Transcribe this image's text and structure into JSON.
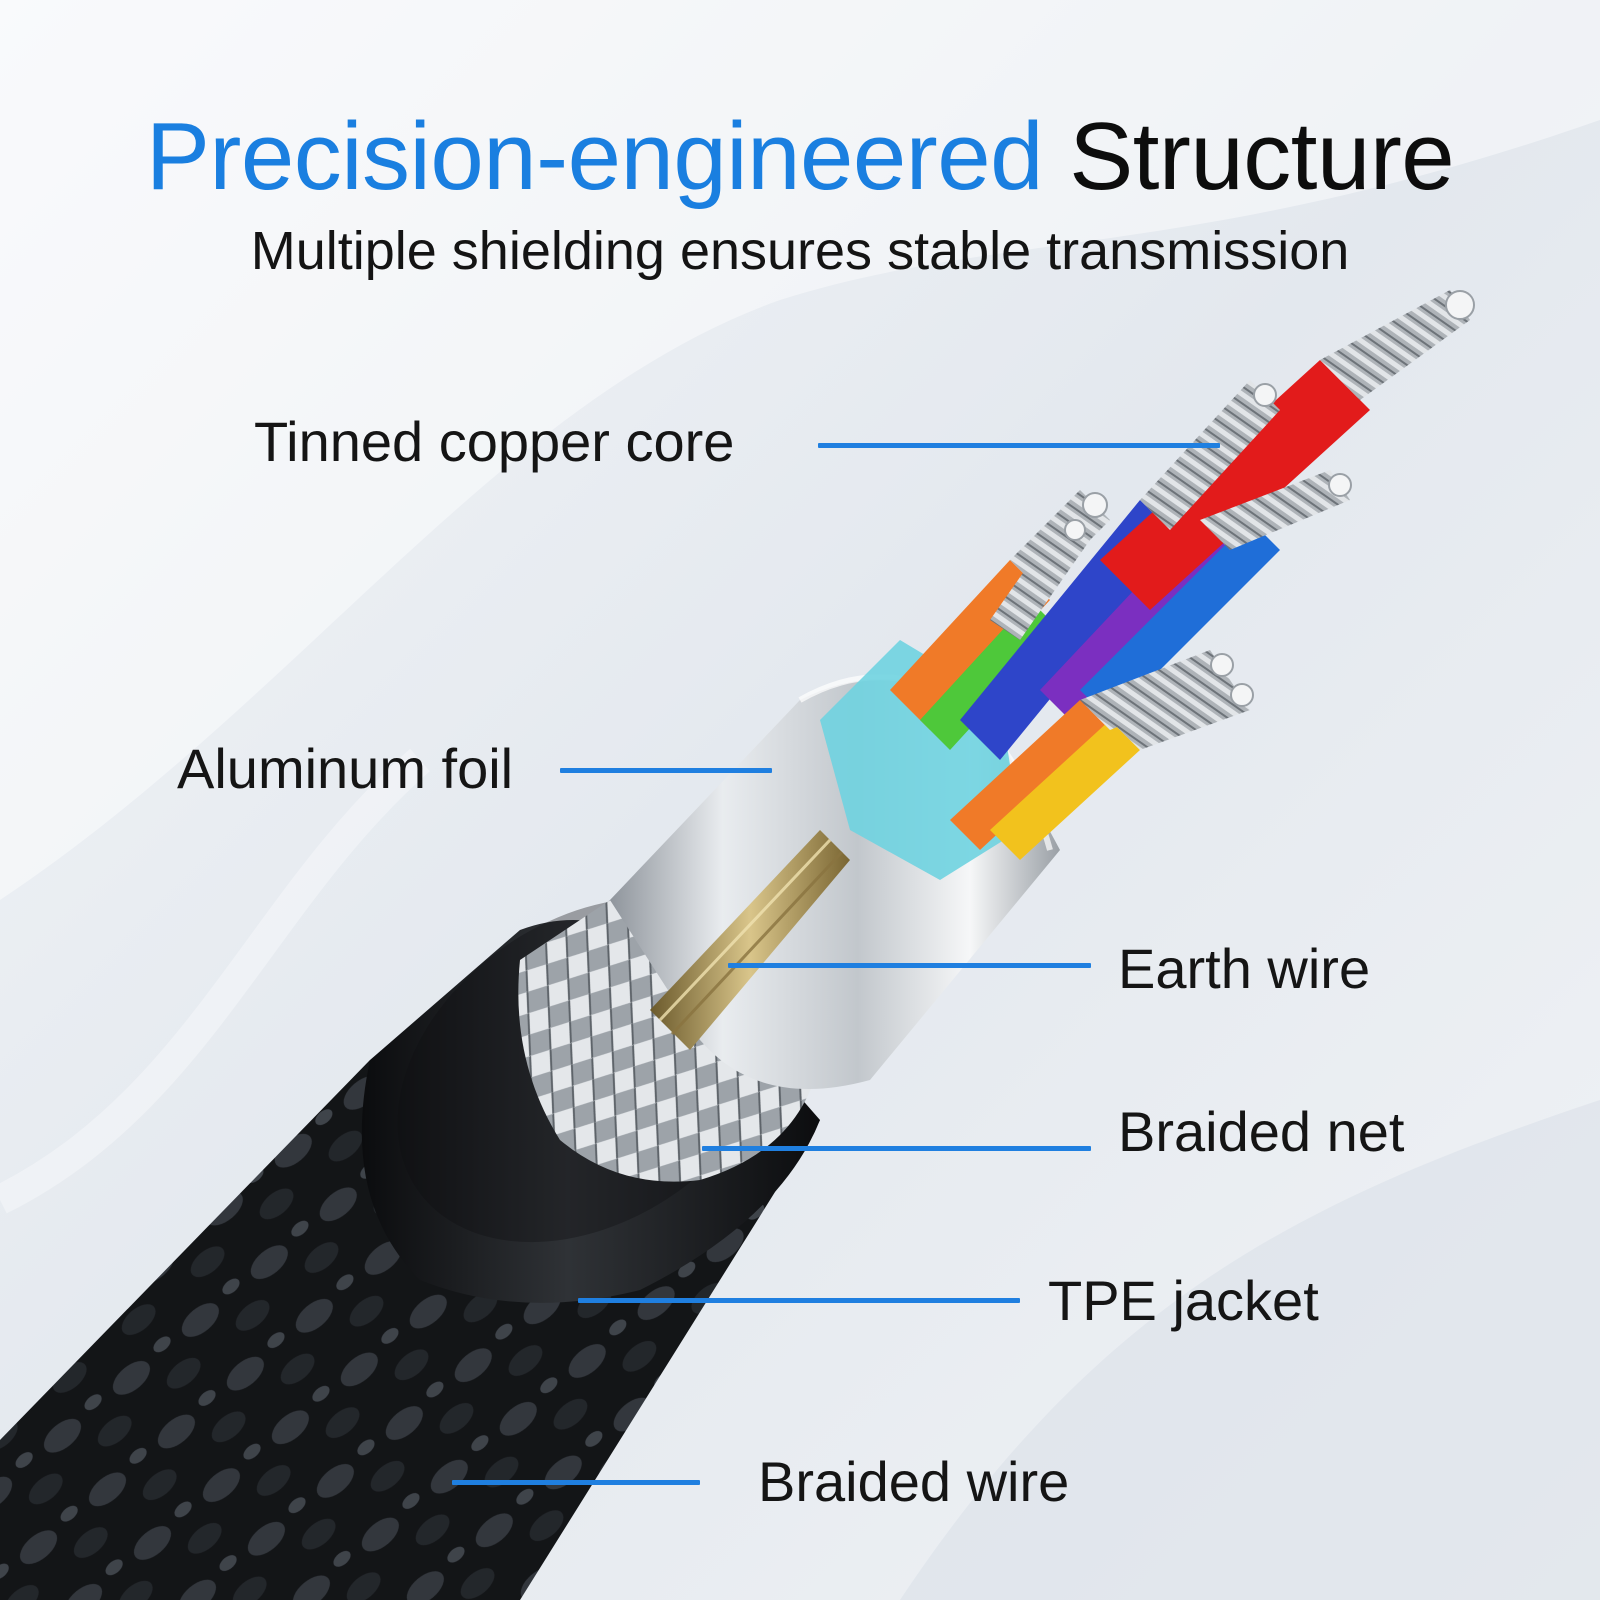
{
  "header": {
    "title_highlight": "Precision-engineered",
    "title_rest": "Structure",
    "subtitle": "Multiple shielding ensures stable transmission"
  },
  "callouts": [
    {
      "id": "tinned-copper-core",
      "label": "Tinned copper core"
    },
    {
      "id": "aluminum-foil",
      "label": "Aluminum foil"
    },
    {
      "id": "earth-wire",
      "label": "Earth wire"
    },
    {
      "id": "braided-net",
      "label": "Braided net"
    },
    {
      "id": "tpe-jacket",
      "label": "TPE jacket"
    },
    {
      "id": "braided-wire",
      "label": "Braided wire"
    }
  ],
  "colors": {
    "accent": "#1f7fe0",
    "title_highlight": "#1a7fe0",
    "text": "#151515"
  }
}
